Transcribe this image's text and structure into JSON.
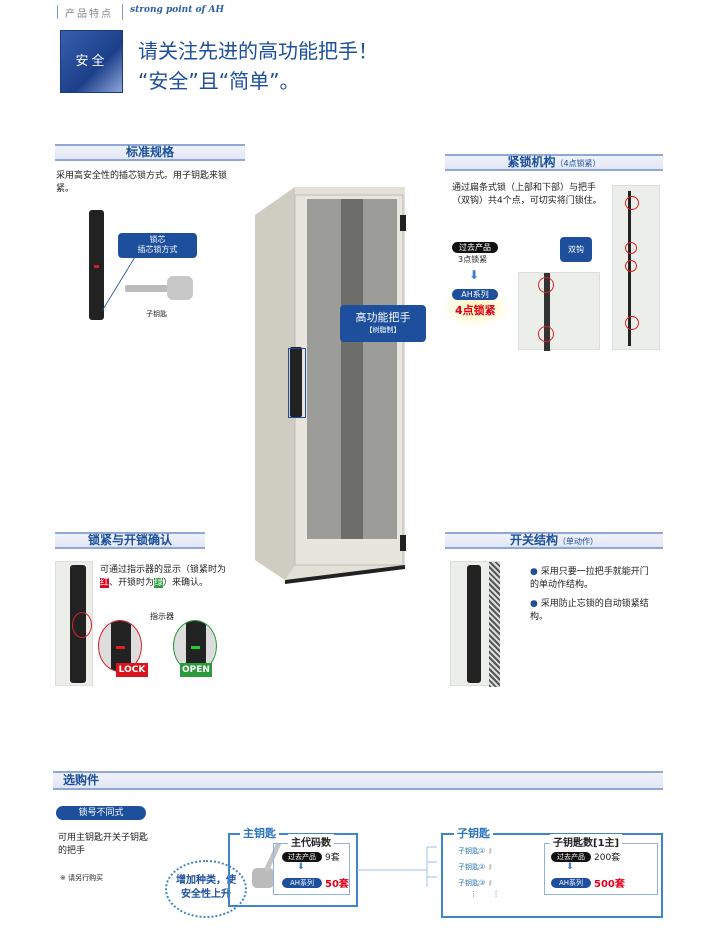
{
  "header": {
    "category": "产品特点",
    "subtitle": "strong point of AH"
  },
  "hero": {
    "badge": "安全",
    "headline_line1": "请关注先进的高功能把手！",
    "headline_line2": "“安全”且“简单”。"
  },
  "standard": {
    "title": "标准规格",
    "description": "采用高安全性的插芯锁方式。用子钥匙来锁紧。",
    "callout_line1": "锁芯",
    "callout_line2": "插芯锁方式",
    "key_label": "子钥匙"
  },
  "cabinet": {
    "callout_line1": "高功能把手",
    "callout_line2": "【树脂制】"
  },
  "locking": {
    "title": "紧锁机构",
    "title_note": "（4点锁紧）",
    "description": "通过扁条式锁（上部和下部）与把手（双钩）共4个点，可切实将门锁住。",
    "past_label": "过去产品",
    "past_value": "3点锁紧",
    "ah_label": "AH系列",
    "ah_value": "4点锁紧",
    "hook_label": "双钩"
  },
  "confirm": {
    "title": "锁紧与开锁确认",
    "desc_a": "可通过指示器的显示（锁紧时为",
    "red_word": "红",
    "desc_b": "、开锁时为",
    "green_word": "绿",
    "desc_c": "）来确认。",
    "indicator_label": "指示器",
    "lock_label": "LOCK",
    "open_label": "OPEN"
  },
  "switch": {
    "title": "开关结构",
    "title_note": "（单动作）",
    "bullets": [
      "采用只要一拉把手就能开门的单动作结构。",
      "采用防止忘锁的自动锁紧结构。"
    ]
  },
  "options": {
    "title": "选购件",
    "pill": "锁号不同式",
    "description": "可用主钥匙开关子钥匙的把手",
    "note": "※ 请另行购买",
    "bubble": "增加种类，使安全性上升",
    "master": {
      "title": "主钥匙",
      "inner_title": "主代码数",
      "past_label": "过去产品",
      "past_value": "9套",
      "ah_label": "AH系列",
      "ah_value": "50套"
    },
    "sub": {
      "title": "子钥匙",
      "items": [
        "子钥匙①",
        "子钥匙②",
        "子钥匙③"
      ],
      "inner_title": "子钥匙数[1主]",
      "past_label": "过去产品",
      "past_value": "200套",
      "ah_label": "AH系列",
      "ah_value": "500套"
    }
  },
  "colors": {
    "brand": "#1d4f9c",
    "red": "#e0001b",
    "green": "#2a9d3a"
  }
}
